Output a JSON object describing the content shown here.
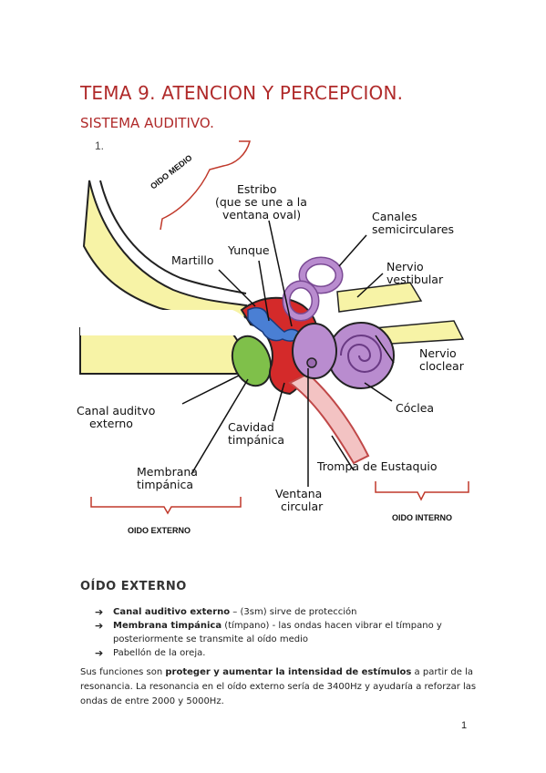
{
  "header": {
    "title": "TEMA 9. ATENCION Y PERCEPCION.",
    "subtitle": "SISTEMA AUDITIVO.",
    "list_number": "1."
  },
  "diagram": {
    "labels": {
      "oido_medio": "OIDO MEDIO",
      "estribo_1": "Estribo",
      "estribo_2": "(que se une a la",
      "estribo_3": "ventana oval)",
      "canales_1": "Canales",
      "canales_2": "semicirculares",
      "martillo": "Martillo",
      "yunque": "Yunque",
      "nervio_vest_1": "Nervio",
      "nervio_vest_2": "vestibular",
      "nervio_cocl_1": "Nervio",
      "nervio_cocl_2": "cloclear",
      "canal_1": "Canal auditvo",
      "canal_2": "externo",
      "coclea": "Cóclea",
      "cavidad_1": "Cavidad",
      "cavidad_2": "timpánica",
      "trompa": "Trompa de Eustaquio",
      "membrana_1": "Membrana",
      "membrana_2": "timpánica",
      "ventana_1": "Ventana",
      "ventana_2": "circular",
      "oido_externo": "OIDO EXTERNO",
      "oido_interno": "OIDO INTERNO"
    },
    "colors": {
      "yellow": "#f7f3a6",
      "green": "#7fc04a",
      "red": "#d42a2a",
      "purple": "#b98ccf",
      "pink": "#f3c3c3",
      "bracket": "#c0392b"
    }
  },
  "section": {
    "heading": "OÍDO EXTERNO",
    "bullets": [
      {
        "bold": "Canal auditivo externo",
        "rest": " – (3sm) sirve de protección"
      },
      {
        "bold": "Membrana timpánica",
        "rest": " (tímpano) - las ondas hacen vibrar el tímpano y posteriormente se transmite al oído medio"
      },
      {
        "bold": "",
        "rest": "Pabellón de la oreja."
      }
    ],
    "para_pre": "Sus funciones son ",
    "para_bold": "proteger y aumentar la intensidad de estímulos",
    "para_post": " a partir de la resonancia. La resonancia en el oído externo sería de 3400Hz y ayudaría a reforzar las ondas de entre 2000 y 5000Hz."
  },
  "page_number": "1"
}
